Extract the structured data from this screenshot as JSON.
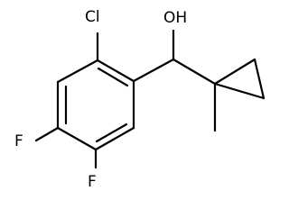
{
  "molecule": {
    "atoms": {
      "chlorine": "Cl",
      "hydroxyl": "OH",
      "fluorine_4": "F",
      "fluorine_5": "F"
    },
    "colors": {
      "bond": "#000000",
      "label": "#000000",
      "background": "#ffffff"
    }
  }
}
